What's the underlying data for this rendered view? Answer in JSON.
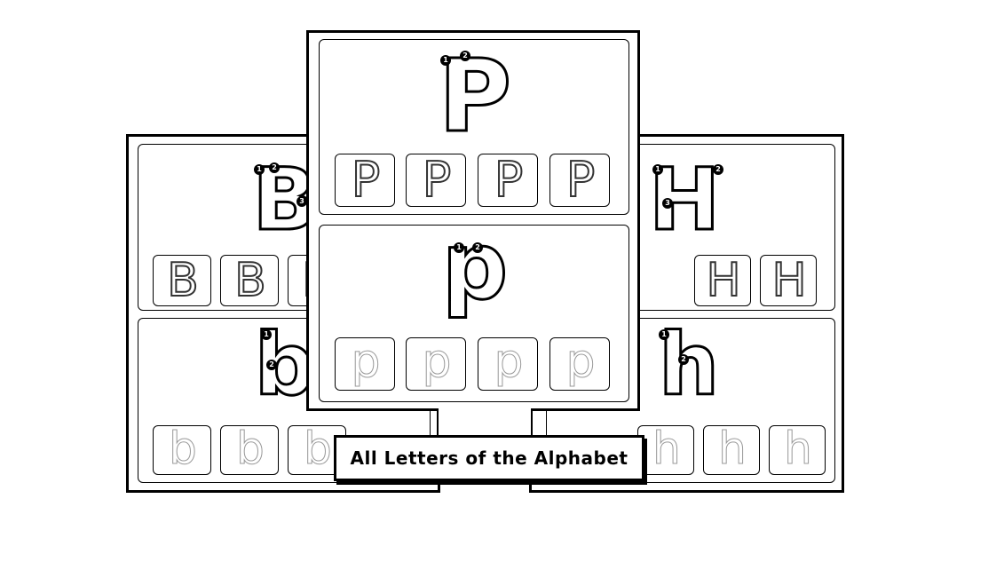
{
  "title": "All Letters of the Alphabet",
  "left_sheet": {
    "upper_letter": "B",
    "lower_letter": "b",
    "upper_trace": [
      "B",
      "B",
      "B"
    ],
    "lower_trace": [
      "b",
      "b",
      "b"
    ],
    "upper_steps": [
      "1",
      "2",
      "3"
    ],
    "lower_steps": [
      "1",
      "2"
    ]
  },
  "center_sheet": {
    "upper_letter": "P",
    "lower_letter": "p",
    "upper_trace": [
      "P",
      "P",
      "P",
      "P"
    ],
    "lower_trace": [
      "p",
      "p",
      "p",
      "p"
    ],
    "upper_steps": [
      "1",
      "2"
    ],
    "lower_steps": [
      "1",
      "2"
    ]
  },
  "right_sheet": {
    "upper_letter": "H",
    "lower_letter": "h",
    "upper_trace": [
      "H",
      "H"
    ],
    "lower_trace": [
      "h",
      "h",
      "h"
    ],
    "upper_steps": [
      "1",
      "2",
      "3"
    ],
    "lower_steps": [
      "1",
      "2"
    ]
  }
}
